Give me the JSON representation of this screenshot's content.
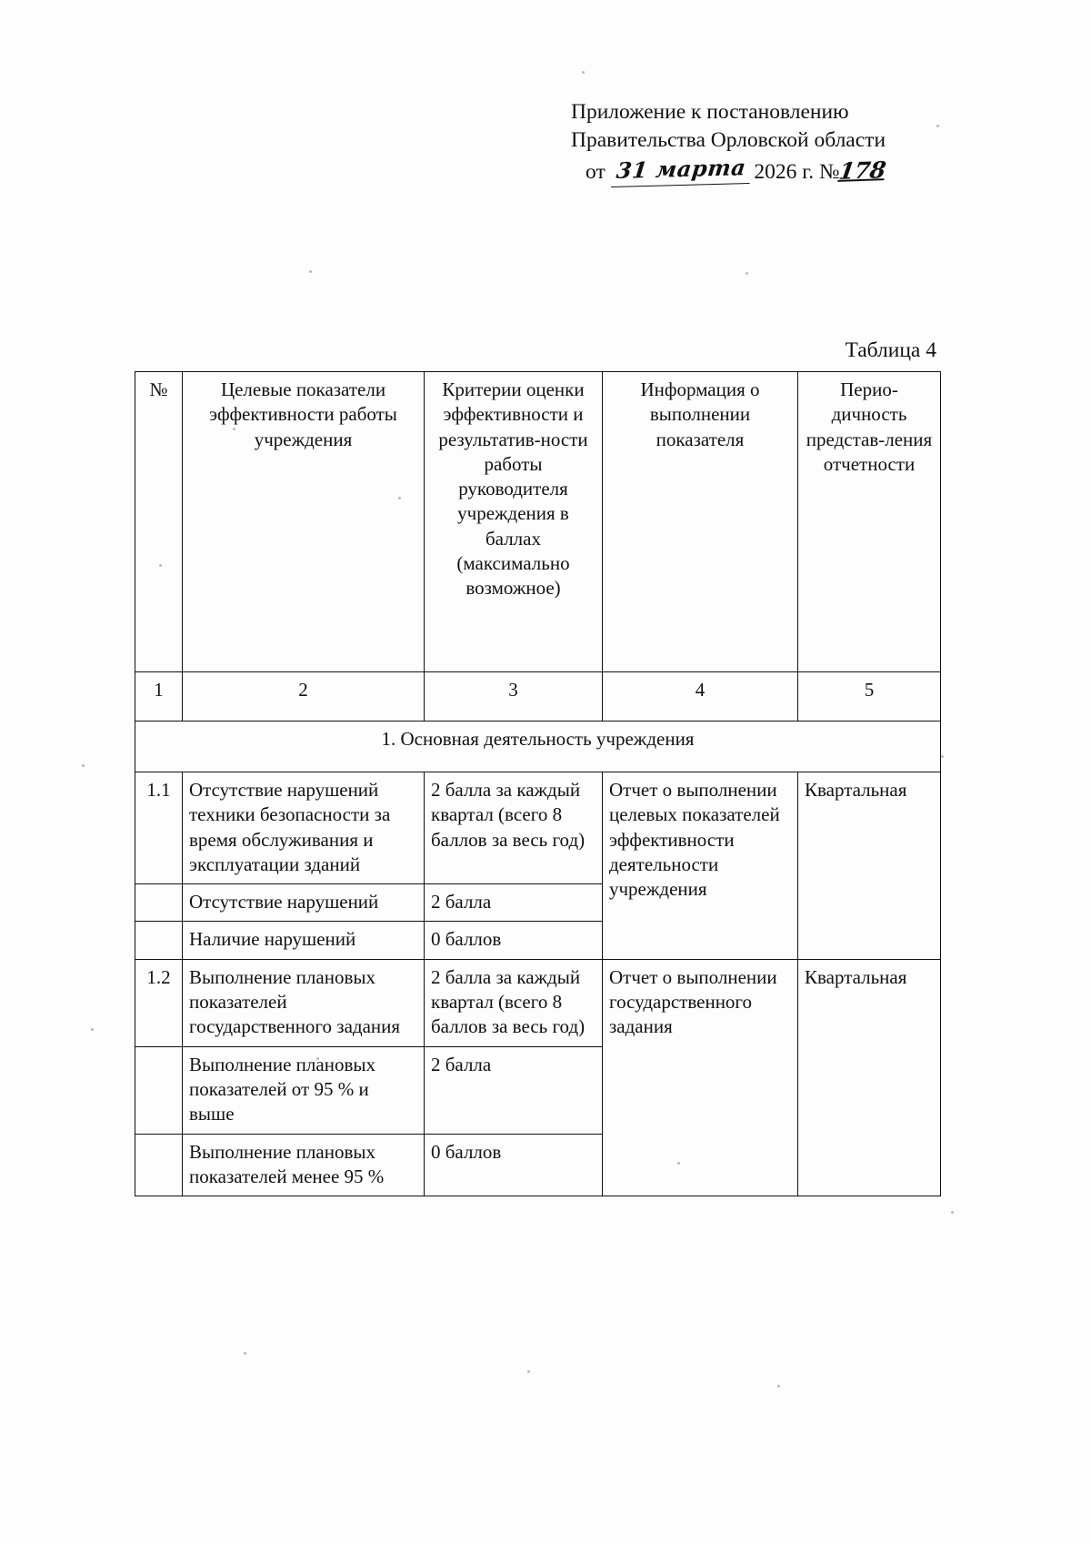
{
  "header": {
    "line1": "Приложение к постановлению",
    "line2": "Правительства Орловской области",
    "line3_prefix": "от",
    "handwritten_date": "31 марта",
    "year_text": "2026 г. №",
    "handwritten_number": "178"
  },
  "table_caption": "Таблица 4",
  "table": {
    "columns": [
      {
        "num": "1",
        "title": "№"
      },
      {
        "num": "2",
        "title": "Целевые показатели эффективности работы учреждения"
      },
      {
        "num": "3",
        "title": "Критерии оценки эффективности и результатив-ности работы руководителя учреждения в баллах (максимально возможное)"
      },
      {
        "num": "4",
        "title": "Информация о выполнении показателя"
      },
      {
        "num": "5",
        "title": "Перио-дичность представ-ления отчетности"
      }
    ],
    "column_titles": {
      "c1": "№",
      "c2": "Целевые показатели эффективности работы учреждения",
      "c3": "Критерии оценки эффективности и результатив-ности работы руководителя учреждения в баллах (максимально возможное)",
      "c4": "Информация о выполнении показателя",
      "c5": "Перио-дичность представ-ления отчетности"
    },
    "section_title": "1. Основная деятельность учреждения",
    "rows": [
      {
        "num": "1.1",
        "indicator": "Отсутствие нарушений техники безопасности за время обслуживания и эксплуатации зданий",
        "criteria": "2 балла за каждый квартал (всего 8 баллов за весь год)",
        "info": "Отчет о выполнении целевых показателей эффективности деятельности учреждения",
        "period": "Квартальная"
      },
      {
        "num": "",
        "indicator": "Отсутствие нарушений",
        "criteria": "2 балла",
        "info": "",
        "period": ""
      },
      {
        "num": "",
        "indicator": "Наличие нарушений",
        "criteria": "0 баллов",
        "info": "",
        "period": ""
      },
      {
        "num": "1.2",
        "indicator": "Выполнение плановых показателей государственного задания",
        "criteria": "2 балла за каждый квартал (всего 8 баллов за весь год)",
        "info": "Отчет о выполнении государственного задания",
        "period": "Квартальная"
      },
      {
        "num": "",
        "indicator": "Выполнение плановых показателей от 95 % и выше",
        "criteria": "2 балла",
        "info": "",
        "period": ""
      },
      {
        "num": "",
        "indicator": "Выполнение плановых показателей менее 95 %",
        "criteria": "0 баллов",
        "info": "",
        "period": ""
      }
    ]
  }
}
